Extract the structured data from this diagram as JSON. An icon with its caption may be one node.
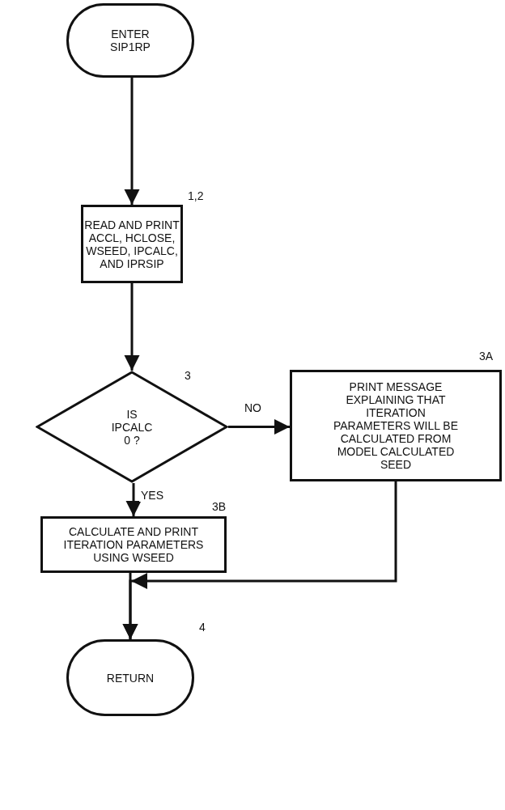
{
  "diagram": {
    "nodes": [
      {
        "text": [
          "ENTER SIP1RP"
        ]
      },
      {
        "text": [
          "READ AND PRINT ACCL, HCLOSE, WSEED, IPCALC, AND IPRSIP"
        ],
        "beside": [
          "1,2"
        ]
      },
      {
        "text": [
          "IS IPCALC 0 ?"
        ],
        "beside": [
          "3"
        ]
      },
      {
        "text": [
          "PRINT MESSAGE EXPLAINING THAT ITERATION PARAMETERS WILL BE CALCULATED FROM MODEL CALCULATED SEED"
        ],
        "beside": [
          "3A"
        ]
      },
      {
        "text": [
          "CALCULATE AND PRINT ITERATION PARAMETERS USING WSEED"
        ],
        "beside": [
          "3B"
        ]
      },
      {
        "text": [
          "RETURN"
        ],
        "beside": [
          "4"
        ]
      }
    ],
    "edges": [
      {
        "from": 0,
        "to": 1,
        "arrow": "to"
      },
      {
        "from": 1,
        "to": 2,
        "arrow": "to"
      },
      {
        "from": 2,
        "to": 3,
        "arrow": "to",
        "label": "NO"
      },
      {
        "from": 2,
        "to": 4,
        "arrow": "to",
        "label": "YES"
      },
      {
        "from": 4,
        "to": 5,
        "arrow": "to"
      },
      {
        "from": 3,
        "to": 5,
        "arrow": "to"
      }
    ]
  }
}
